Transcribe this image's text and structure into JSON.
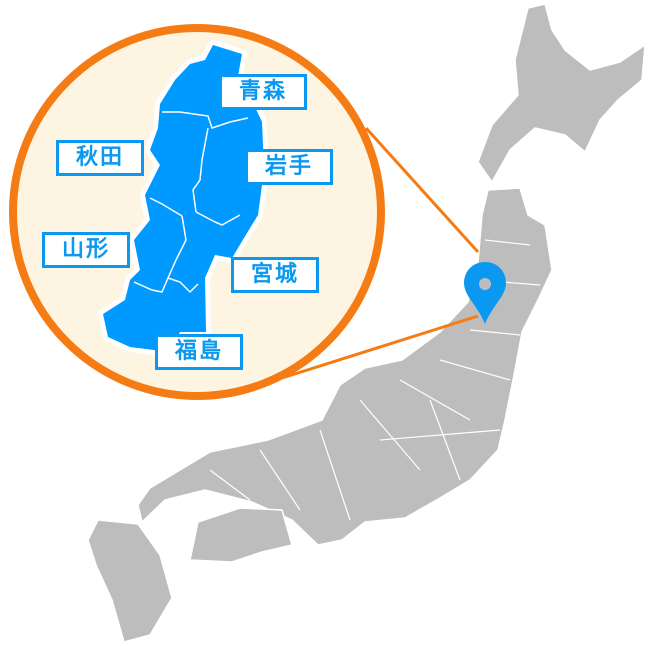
{
  "colors": {
    "highlight": "#0099ff",
    "land": "#bdbdbd",
    "ring": "#f57c14",
    "inset_bg": "#fdf5e1",
    "label_border": "#0a98f0"
  },
  "region_labels": [
    {
      "id": "aomori",
      "text": "青森"
    },
    {
      "id": "akita",
      "text": "秋田"
    },
    {
      "id": "iwate",
      "text": "岩手"
    },
    {
      "id": "yamagata",
      "text": "山形"
    },
    {
      "id": "miyagi",
      "text": "宮城"
    },
    {
      "id": "fukushima",
      "text": "福島"
    }
  ],
  "marker": {
    "icon": "map-pin-icon"
  }
}
